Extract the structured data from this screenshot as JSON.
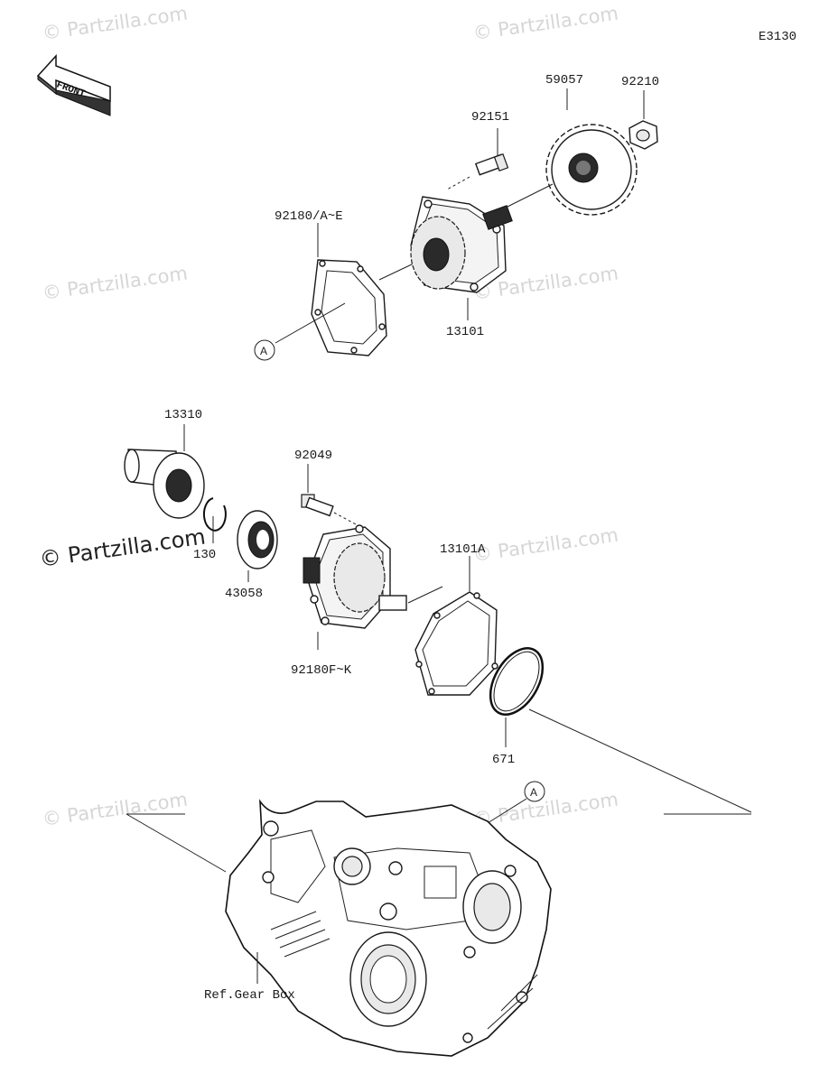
{
  "diagram": {
    "code": "E3130",
    "front_label": "FRONT",
    "ref_label": "Ref.Gear Box",
    "callout": "A",
    "watermark": "© Partzilla.com",
    "parts": [
      {
        "id": "p92151",
        "number": "92151"
      },
      {
        "id": "p59057",
        "number": "59057"
      },
      {
        "id": "p92210",
        "number": "92210"
      },
      {
        "id": "p92180AE",
        "number": "92180/A~E"
      },
      {
        "id": "p13101",
        "number": "13101"
      },
      {
        "id": "p13310",
        "number": "13310"
      },
      {
        "id": "p130",
        "number": "130"
      },
      {
        "id": "p43058",
        "number": "43058"
      },
      {
        "id": "p92049",
        "number": "92049"
      },
      {
        "id": "p92180FK",
        "number": "92180F~K"
      },
      {
        "id": "p13101A",
        "number": "13101A"
      },
      {
        "id": "p671",
        "number": "671"
      }
    ]
  }
}
